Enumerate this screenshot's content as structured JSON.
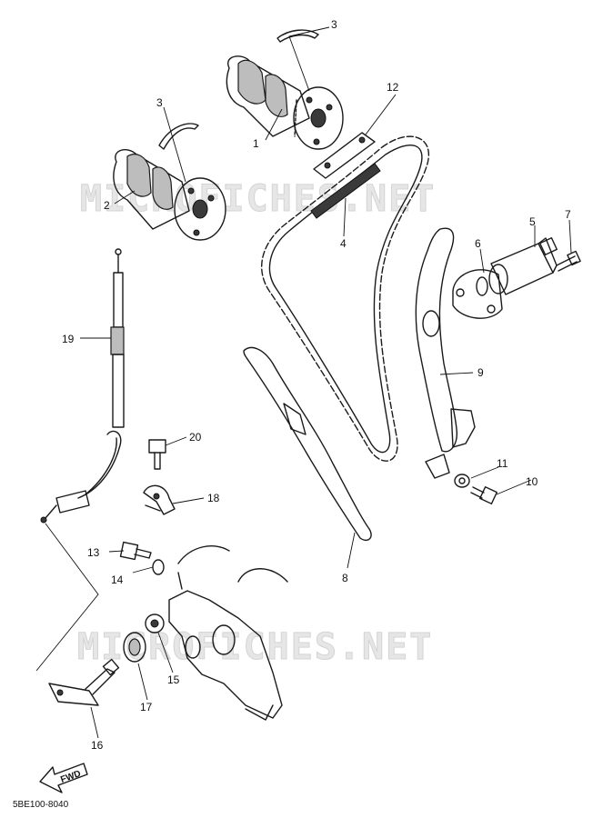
{
  "diagram": {
    "ref_code": "5BE100-8040",
    "fwd_label": "FWD",
    "watermark": "MICROFICHES.NET",
    "callouts": [
      {
        "id": "1",
        "label": "1"
      },
      {
        "id": "2",
        "label": "2"
      },
      {
        "id": "3a",
        "label": "3"
      },
      {
        "id": "3b",
        "label": "3"
      },
      {
        "id": "4",
        "label": "4"
      },
      {
        "id": "5",
        "label": "5"
      },
      {
        "id": "6",
        "label": "6"
      },
      {
        "id": "7",
        "label": "7"
      },
      {
        "id": "8",
        "label": "8"
      },
      {
        "id": "9",
        "label": "9"
      },
      {
        "id": "10",
        "label": "10"
      },
      {
        "id": "11",
        "label": "11"
      },
      {
        "id": "12",
        "label": "12"
      },
      {
        "id": "13",
        "label": "13"
      },
      {
        "id": "14",
        "label": "14"
      },
      {
        "id": "15",
        "label": "15"
      },
      {
        "id": "16",
        "label": "16"
      },
      {
        "id": "17",
        "label": "17"
      },
      {
        "id": "18",
        "label": "18"
      },
      {
        "id": "19",
        "label": "19"
      },
      {
        "id": "20",
        "label": "20"
      }
    ]
  }
}
